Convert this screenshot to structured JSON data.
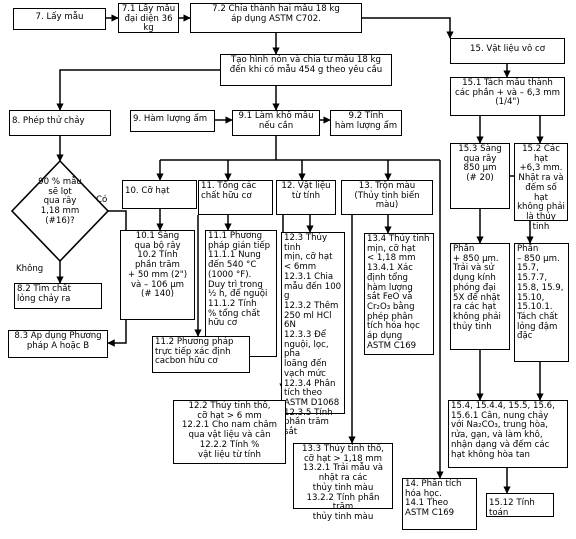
{
  "nodes": {
    "n7": "7. Lấy mẫu",
    "n71": "7.1 Lấy mẫu\nđại diện 36 kg",
    "n72": "7.2 Chia thành hai mẫu 18 kg\náp dụng ASTM C702.",
    "ntao": "Tạo hình nón và chia tư mẫu 18 kg\nđến khi có mẫu 454 g theo yêu cầu",
    "n15": "15. Vật liệu vô cơ",
    "n151": "15.1 Tách mẫu thành\ncác phần + và – 6,3 mm\n(1/4\")",
    "n8": "8. Phép thử chảy",
    "n9": "9. Hàm lượng ẩm",
    "n91": "9.1 Làm khô mẫu\nnếu cần",
    "n92": "9.2 Tính\nhàm lượng ẩm",
    "n153": "15.3 Sàng\nqua rây\n850 µm\n(# 20)",
    "n152": "15.2 Các hạt\n+6,3 mm.\nNhặt ra và\nđếm số hạt\nkhông phải\nlà thủy tinh",
    "ndia": "90 % mẫu\nsẽ lọt\nqua rây\n1,18 mm\n(#16)?",
    "co": "Có",
    "khong": "Không",
    "n82": "8.2 Tìm chất\nlỏng chảy ra",
    "n83": "8.3 Áp dụng Phương\npháp A hoặc B",
    "n10": "10. Cỡ hạt",
    "n101": "10.1 Sàng\nqua bộ rây\n10.2 Tính\nphần trăm\n+ 50 mm (2\")\nvà – 106 µm\n(# 140)",
    "n11": "11. Tổng các\nchất hữu cơ",
    "n111": "11.1 Phương\npháp gián tiếp\n11.1.1 Nung\nđến 540 °C\n(1000 °F).\nDuy trì trong\n½ h, để nguội\n11.1.2 Tính\n% tổng chất\nhữu cơ",
    "n112": "11.2 Phương pháp\ntrực tiếp xác định\ncacbon hữu cơ",
    "n12": "12. Vật liệu\ntừ tính",
    "n123": "12.3 Thủy tinh\nmịn, cỡ hạt\n< 6mm\n12.3.1 Chia\nmẫu đến 100 g\n12.3.2 Thêm\n250 ml HCl 6N\n12.3.3 Để\nnguội, lọc, pha\nloãng đến\nvạch mức\n12.3.4 Phân\ntích theo\nASTM D1068\n12.3.5 Tính\nphần trăm sắt",
    "n122": "12.2 Thủy tinh thô,\ncỡ hạt > 6 mm\n12.2.1 Cho nam châm\nqua vật liệu và cân\n12.2.2 Tính %\nvật liệu từ tính",
    "n13": "13. Trộn màu\n(Thủy tinh biến màu)",
    "n134": "13.4 Thủy tinh\nmịn, cỡ hạt\n< 1,18 mm\n13.4.1 Xác\nđịnh tổng\nhàm lượng\nsắt FeO và\nCr₂O₃ bằng\nphép phân\ntích hóa học\náp dụng\nASTM C169",
    "n133": "13.3 Thủy tinh thô,\ncỡ hạt > 1,18 mm\n13.2.1 Trải mẫu và\nnhặt ra các\nthủy tinh màu\n13.2.2 Tính phần trăm\nthủy tinh màu",
    "n14": "14. Phân tích\nhóa học.\n14.1 Theo\nASTM C169",
    "nph1": "Phần\n+ 850 µm.\nTrải và sử\ndụng kính\nphóng đại\n5X để nhặt\nra các hạt\nkhông phải\nthủy tinh",
    "nph2": "Phần\n– 850 µm.\n15.7,\n15.7.7,\n15.8, 15.9,\n15.10,\n15.10.1.\nTách chất\nlỏng đậm\nđặc",
    "n154": "15.4, 15.4.4, 15.5, 15.6,\n15.6.1 Cân, nung chảy\nvới Na₂CO₃, trung hòa,\nrửa, gạn, và làm khô,\nnhận dạng và đếm các\nhạt không hòa tan",
    "n1512": "15.12 Tính toán"
  }
}
